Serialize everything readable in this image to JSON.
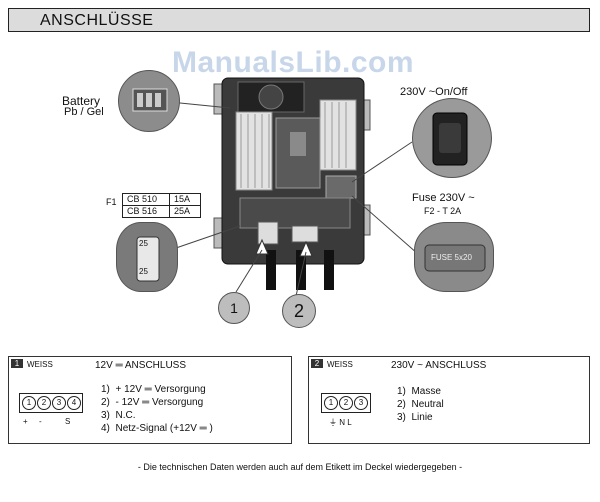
{
  "header": {
    "title": "ANSCHLÜSSE"
  },
  "watermark": "ManualsLib.com",
  "callouts": {
    "battery_line1": "Battery",
    "battery_line2": "Pb / Gel",
    "power_switch": "230V  ~On/Off",
    "fuse_line1": "Fuse 230V  ~",
    "fuse_line2": "F2 - T 2A",
    "fuse_marking": "FUSE 5x20"
  },
  "fuse_table": {
    "label": "F1",
    "rows": [
      {
        "model": "CB 510",
        "value": "15A"
      },
      {
        "model": "CB 516",
        "value": "25A"
      }
    ]
  },
  "markers": {
    "one": "1",
    "two": "2",
    "fuse_value": "25"
  },
  "connector_12v": {
    "tag": "1",
    "color": "WEISS",
    "heading": "12V  ═ ANSCHLUSS",
    "pins": [
      "1",
      "2",
      "3",
      "4"
    ],
    "pin_legend": [
      "+",
      "-",
      "S"
    ],
    "items": [
      {
        "num": "1)",
        "text": "+ 12V   ═ Versorgung"
      },
      {
        "num": "2)",
        "text": "- 12V   ═ Versorgung"
      },
      {
        "num": "3)",
        "text": "N.C."
      },
      {
        "num": "4)",
        "text": "Netz-Signal (+12V   ═ )"
      }
    ]
  },
  "connector_230v": {
    "tag": "2",
    "color": "WEISS",
    "heading": "230V  ~ ANSCHLUSS",
    "pins": [
      "1",
      "2",
      "3"
    ],
    "pin_legend": "⏚ N L",
    "items": [
      {
        "num": "1)",
        "text": "Masse"
      },
      {
        "num": "2)",
        "text": "Neutral"
      },
      {
        "num": "3)",
        "text": "Linie"
      }
    ]
  },
  "footer": {
    "note": "- Die technischen Daten werden auch auf dem Etikett im Deckel wiedergegeben -"
  }
}
